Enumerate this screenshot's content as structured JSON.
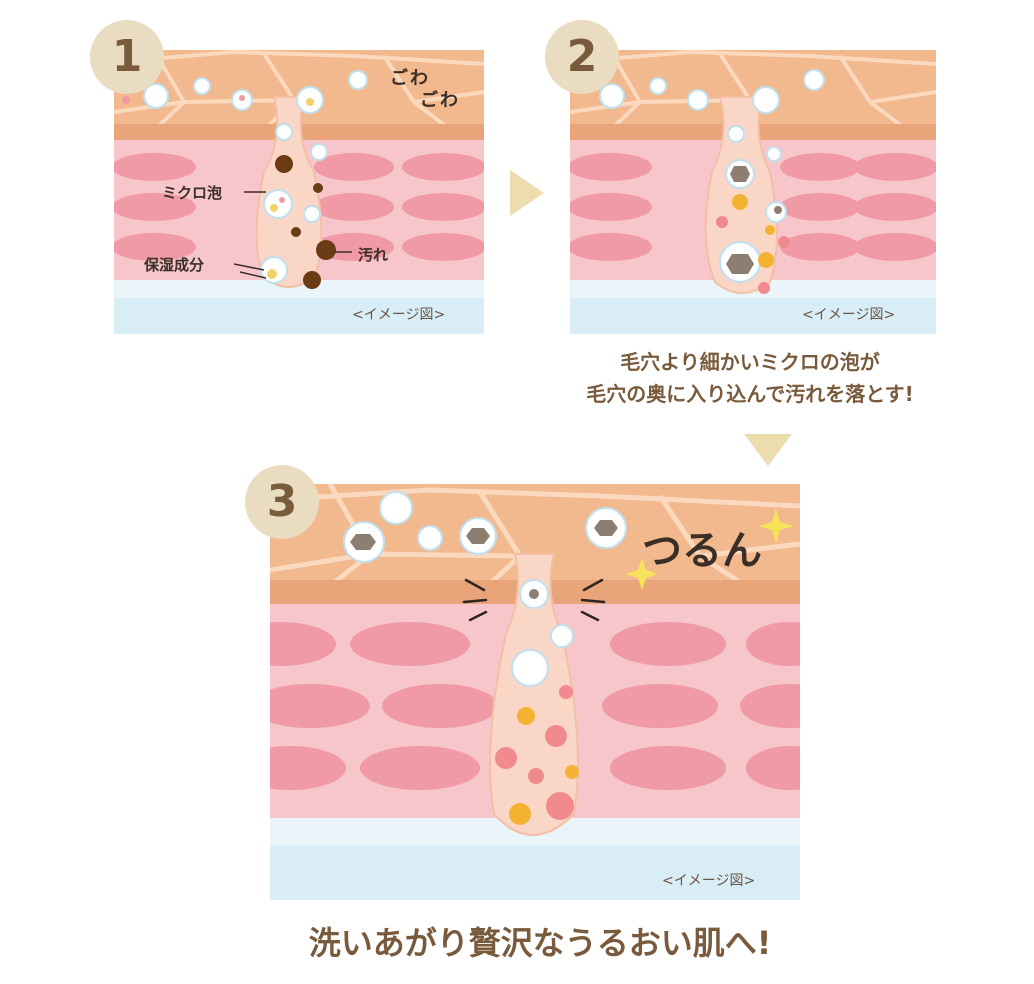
{
  "steps": [
    {
      "number": "1",
      "caption": "<イメージ図>",
      "rough_text_1": "ご",
      "rough_text_2": "わ",
      "rough_text_3": "ご",
      "rough_text_4": "わ",
      "labels": {
        "micro_foam": "ミクロ泡",
        "moisturizer": "保湿成分",
        "dirt": "汚れ"
      }
    },
    {
      "number": "2",
      "caption": "<イメージ図>"
    },
    {
      "number": "3",
      "caption": "<イメージ図>",
      "smooth_text": "つるん"
    }
  ],
  "description": {
    "line1": "毛穴より細かいミクロの泡が",
    "line2": "毛穴の奥に入り込んで汚れを落とす!"
  },
  "final_text": "洗いあがり贅沢なうるおい肌へ!",
  "colors": {
    "skin_top": "#f2b88e",
    "skin_line": "#fbd9bf",
    "dermis": "#f6c6cb",
    "cell": "#ef9aa6",
    "pore": "#f9d6c6",
    "bottom": "#d8edf5",
    "badge": "#e9dcc0",
    "arrow": "#ecdcae",
    "text_brown": "#7a5a3c"
  }
}
